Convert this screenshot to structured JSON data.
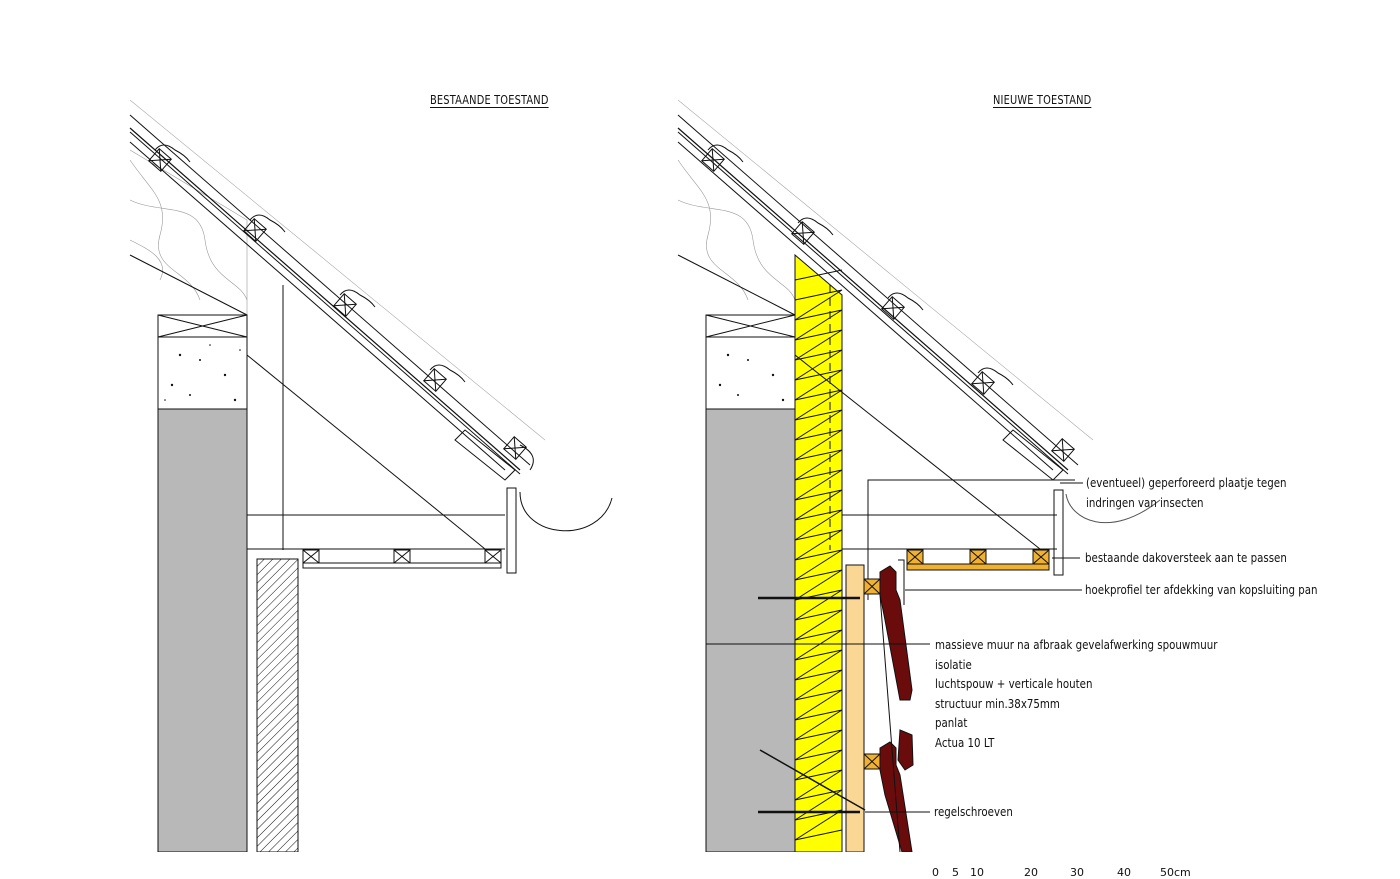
{
  "drawing": {
    "left_panel": {
      "title": "BESTAANDE TOESTAND"
    },
    "right_panel": {
      "title": "NIEUWE TOESTAND",
      "annotations": [
        {
          "id": "insect-plate",
          "lines": [
            "(eventueel) geperforeerd plaatje tegen",
            "indringen van insecten"
          ]
        },
        {
          "id": "existing-overhang",
          "lines": [
            "bestaande dakoversteek aan te passen"
          ]
        },
        {
          "id": "corner-profile",
          "lines": [
            "hoekprofiel ter afdekking van kopsluiting pan"
          ]
        },
        {
          "id": "layer-stack",
          "lines": [
            "massieve muur na afbraak gevelafwerking spouwmuur",
            "isolatie",
            "luchtspouw + verticale houten",
            "structuur min.38x75mm",
            "panlat",
            "Actua 10 LT"
          ]
        },
        {
          "id": "screws",
          "lines": [
            "regelschroeven"
          ]
        }
      ]
    },
    "scale_bar": {
      "ticks": [
        "0",
        "5",
        "10",
        "20",
        "30",
        "40",
        "50cm"
      ]
    },
    "colors": {
      "insulation": "#ffff00",
      "batten_wood": "#f0b030",
      "vertical_structure": "#fad795",
      "masonry": "#b8b8b8",
      "cladding_profile": "#6b0c0c",
      "line": "#111111"
    }
  }
}
